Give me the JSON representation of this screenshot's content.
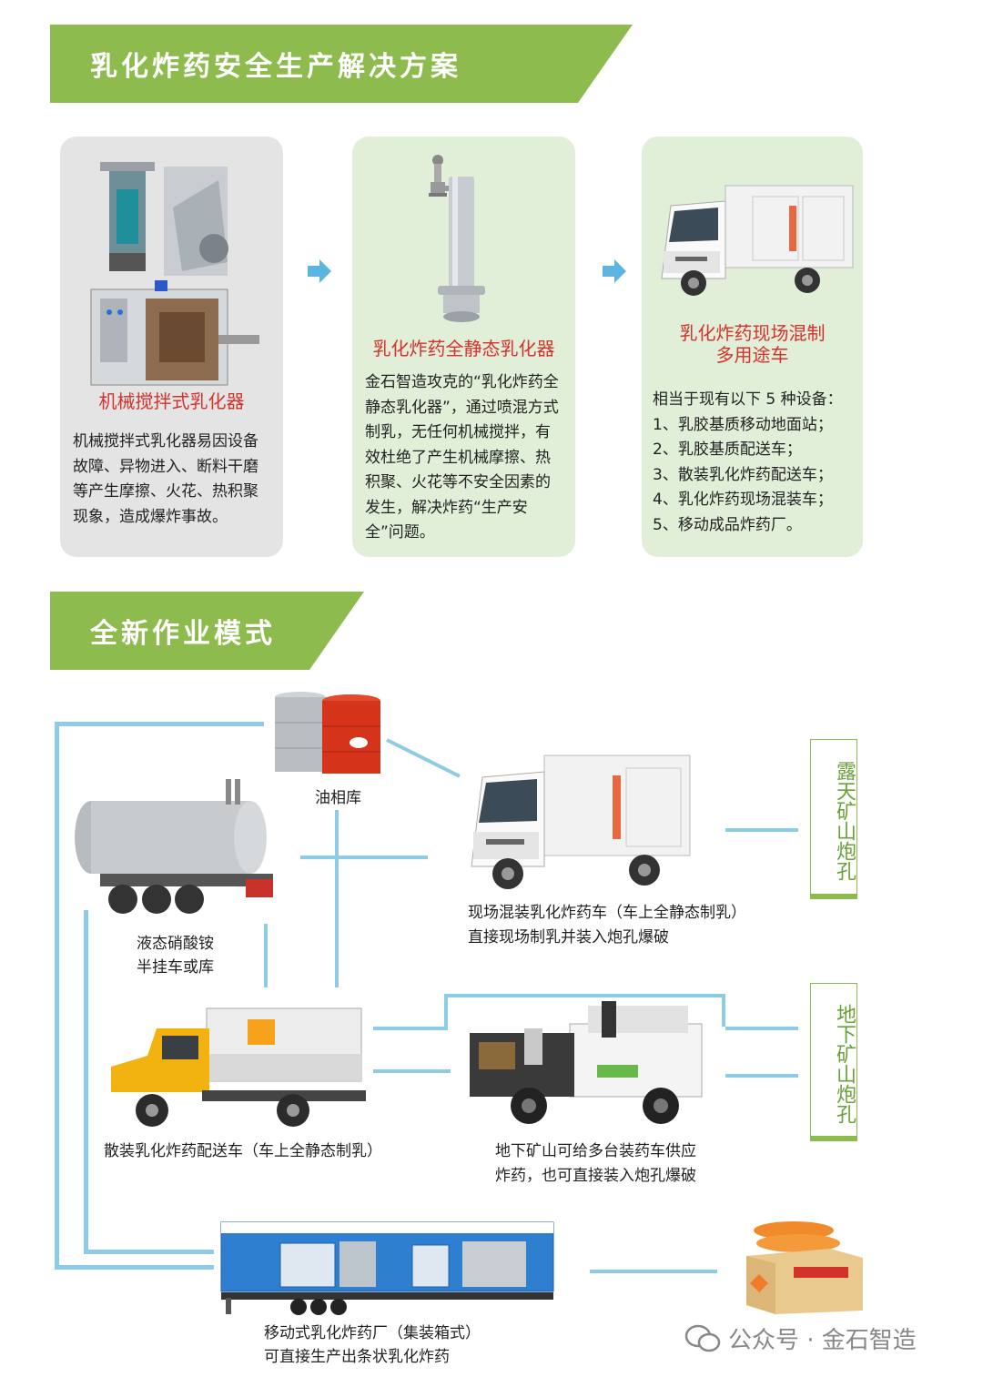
{
  "section1": {
    "title": "乳化炸药安全生产解决方案",
    "cards": [
      {
        "title": "机械搅拌式乳化器",
        "body": "机械搅拌式乳化器易因设备故障、异物进入、断料干磨等产生摩擦、火花、热积聚现象，造成爆炸事故。"
      },
      {
        "title": "乳化炸药全静态乳化器",
        "body": "金石智造攻克的“乳化炸药全静态乳化器”，通过喷混方式制乳，无任何机械搅拌，有效杜绝了产生机械摩擦、热积聚、火花等不安全因素的发生，解决炸药“生产安全”问题。"
      },
      {
        "title_line1": "乳化炸药现场混制",
        "title_line2": "多用途车",
        "intro": "相当于现有以下 5 种设备：",
        "items": [
          "1、乳胶基质移动地面站；",
          "2、乳胶基质配送车；",
          "3、散装乳化炸药配送车；",
          "4、乳化炸药现场混装车；",
          "5、移动成品炸药厂。"
        ]
      }
    ]
  },
  "section2": {
    "title": "全新作业模式",
    "nodes": {
      "oil": "油相库",
      "tanker_l1": "液态硝酸铵",
      "tanker_l2": "半挂车或库",
      "mixer_l1": "现场混装乳化炸药车（车上全静态制乳）",
      "mixer_l2": "直接现场制乳并装入炮孔爆破",
      "delivery": "散装乳化炸药配送车（车上全静态制乳）",
      "underground_l1": "地下矿山可给多台装药车供应",
      "underground_l2": "炸药，也可直接装入炮孔爆破",
      "factory_l1": "移动式乳化炸药厂（集装箱式）",
      "factory_l2": "可直接生产出条状乳化炸药"
    },
    "targets": {
      "open_pit": "露天矿山炮孔",
      "underground": "地下矿山炮孔"
    }
  },
  "watermark": "公众号 · 金石智造",
  "colors": {
    "accent_green": "#8dbb4d",
    "title_red": "#d4322d",
    "flow_blue": "#8ecbe6",
    "arrow_blue": "#5bb5e0"
  }
}
